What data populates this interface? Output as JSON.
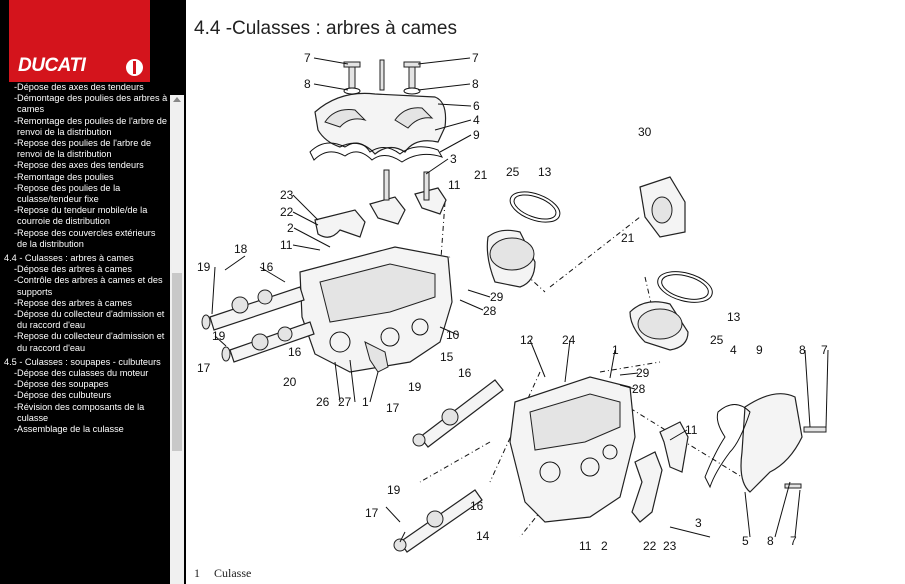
{
  "logo": {
    "text": "DUCATI"
  },
  "page": {
    "title": "4.4 -Culasses : arbres à cames"
  },
  "caption": {
    "number": "1",
    "text": "Culasse"
  },
  "toc": {
    "items": [
      {
        "text": "-Dépose des axes des tendeurs",
        "level": "sub"
      },
      {
        "text": "-Démontage des poulies des arbres à cames",
        "level": "sub"
      },
      {
        "text": "-Remontage des poulies de l'arbre de renvoi de la distribution",
        "level": "sub"
      },
      {
        "text": "-Repose des poulies de l'arbre de renvoi de la distribution",
        "level": "sub"
      },
      {
        "text": "-Repose des axes des tendeurs",
        "level": "sub"
      },
      {
        "text": "-Remontage des poulies",
        "level": "sub"
      },
      {
        "text": "-Repose des poulies de la culasse/tendeur fixe",
        "level": "sub"
      },
      {
        "text": "-Repose du tendeur mobile/de la courroie de distribution",
        "level": "sub"
      },
      {
        "text": "-Repose des couvercles extérieurs de la distribution",
        "level": "sub"
      },
      {
        "text": "4.4 - Culasses : arbres à cames",
        "level": "top"
      },
      {
        "text": "-Dépose des arbres à cames",
        "level": "sub"
      },
      {
        "text": "-Contrôle des arbres à cames et des supports",
        "level": "sub"
      },
      {
        "text": "-Repose des arbres à cames",
        "level": "sub"
      },
      {
        "text": "-Dépose du collecteur d'admission et du raccord d'eau",
        "level": "sub"
      },
      {
        "text": "-Repose du collecteur d'admission et du raccord d'eau",
        "level": "sub"
      },
      {
        "text": "4.5 - Culasses : soupapes - culbuteurs",
        "level": "top"
      },
      {
        "text": "-Dépose des culasses du moteur",
        "level": "sub"
      },
      {
        "text": "-Dépose des soupapes",
        "level": "sub"
      },
      {
        "text": "-Dépose des culbuteurs",
        "level": "sub"
      },
      {
        "text": "-Révision des composants de la culasse",
        "level": "sub"
      },
      {
        "text": "-Assemblage de la culasse",
        "level": "sub"
      }
    ]
  },
  "diagram": {
    "labels": [
      {
        "id": "l7a",
        "text": "7"
      },
      {
        "id": "l7b",
        "text": "7"
      },
      {
        "id": "l8a",
        "text": "8"
      },
      {
        "id": "l8b",
        "text": "8"
      },
      {
        "id": "l6",
        "text": "6"
      },
      {
        "id": "l4a",
        "text": "4"
      },
      {
        "id": "l9a",
        "text": "9"
      },
      {
        "id": "l3a",
        "text": "3"
      },
      {
        "id": "l21a",
        "text": "21"
      },
      {
        "id": "l25a",
        "text": "25"
      },
      {
        "id": "l13a",
        "text": "13"
      },
      {
        "id": "l30",
        "text": "30"
      },
      {
        "id": "l23a",
        "text": "23"
      },
      {
        "id": "l11a",
        "text": "11"
      },
      {
        "id": "l22a",
        "text": "22"
      },
      {
        "id": "l2a",
        "text": "2"
      },
      {
        "id": "l11b",
        "text": "11"
      },
      {
        "id": "l18",
        "text": "18"
      },
      {
        "id": "l16a",
        "text": "16"
      },
      {
        "id": "l19a",
        "text": "19"
      },
      {
        "id": "l21b",
        "text": "21"
      },
      {
        "id": "l29a",
        "text": "29"
      },
      {
        "id": "l28a",
        "text": "28"
      },
      {
        "id": "l13b",
        "text": "13"
      },
      {
        "id": "l25b",
        "text": "25"
      },
      {
        "id": "l19b",
        "text": "19"
      },
      {
        "id": "l10",
        "text": "10"
      },
      {
        "id": "l12",
        "text": "12"
      },
      {
        "id": "l24",
        "text": "24"
      },
      {
        "id": "l1a",
        "text": "1"
      },
      {
        "id": "l4b",
        "text": "4"
      },
      {
        "id": "l9b",
        "text": "9"
      },
      {
        "id": "l8c",
        "text": "8"
      },
      {
        "id": "l7c",
        "text": "7"
      },
      {
        "id": "l17a",
        "text": "17"
      },
      {
        "id": "l16b",
        "text": "16"
      },
      {
        "id": "l20",
        "text": "20"
      },
      {
        "id": "l15",
        "text": "15"
      },
      {
        "id": "l16c",
        "text": "16"
      },
      {
        "id": "l29b",
        "text": "29"
      },
      {
        "id": "l28b",
        "text": "28"
      },
      {
        "id": "l26",
        "text": "26"
      },
      {
        "id": "l27",
        "text": "27"
      },
      {
        "id": "l1b",
        "text": "1"
      },
      {
        "id": "l19c",
        "text": "19"
      },
      {
        "id": "l17b",
        "text": "17"
      },
      {
        "id": "l11c",
        "text": "11"
      },
      {
        "id": "l19d",
        "text": "19"
      },
      {
        "id": "l16d",
        "text": "16"
      },
      {
        "id": "l17c",
        "text": "17"
      },
      {
        "id": "l14",
        "text": "14"
      },
      {
        "id": "l3b",
        "text": "3"
      },
      {
        "id": "l11d",
        "text": "11"
      },
      {
        "id": "l2b",
        "text": "2"
      },
      {
        "id": "l22b",
        "text": "22"
      },
      {
        "id": "l23b",
        "text": "23"
      },
      {
        "id": "l5",
        "text": "5"
      },
      {
        "id": "l8d",
        "text": "8"
      },
      {
        "id": "l7d",
        "text": "7"
      }
    ]
  }
}
